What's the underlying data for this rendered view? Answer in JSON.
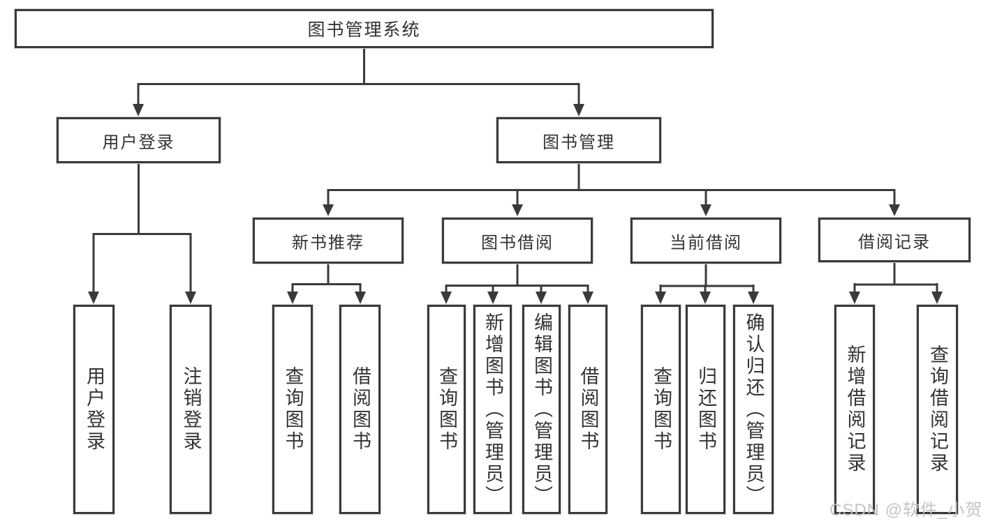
{
  "diagram": {
    "title": "图书管理系统",
    "colors": {
      "box_border": "#3a3a3a",
      "text": "#333333",
      "connector_line": "#3a3a3a",
      "background": "#ffffff",
      "watermark": "#c1c1c1"
    },
    "root": {
      "label": "图书管理系统"
    },
    "level2": [
      {
        "label": "用户登录"
      },
      {
        "label": "图书管理"
      }
    ],
    "level3": [
      {
        "label": "新书推荐",
        "parent": "图书管理"
      },
      {
        "label": "图书借阅",
        "parent": "图书管理"
      },
      {
        "label": "当前借阅",
        "parent": "图书管理"
      },
      {
        "label": "借阅记录",
        "parent": "图书管理"
      }
    ],
    "leaves": [
      {
        "label": "用户登录",
        "parent": "用户登录"
      },
      {
        "label": "注销登录",
        "parent": "用户登录"
      },
      {
        "label": "查询图书",
        "parent": "新书推荐"
      },
      {
        "label": "借阅图书",
        "parent": "新书推荐"
      },
      {
        "label": "查询图书",
        "parent": "图书借阅"
      },
      {
        "label": "新增图书（管理员）",
        "parent": "图书借阅"
      },
      {
        "label": "编辑图书（管理员）",
        "parent": "图书借阅"
      },
      {
        "label": "借阅图书",
        "parent": "图书借阅"
      },
      {
        "label": "查询图书",
        "parent": "当前借阅"
      },
      {
        "label": "归还图书",
        "parent": "当前借阅"
      },
      {
        "label": "确认归还（管理员）",
        "parent": "当前借阅"
      },
      {
        "label": "新增借阅记录",
        "parent": "借阅记录"
      },
      {
        "label": "查询借阅记录",
        "parent": "借阅记录"
      }
    ],
    "watermark": "CSDN @软件_小贺同学"
  }
}
